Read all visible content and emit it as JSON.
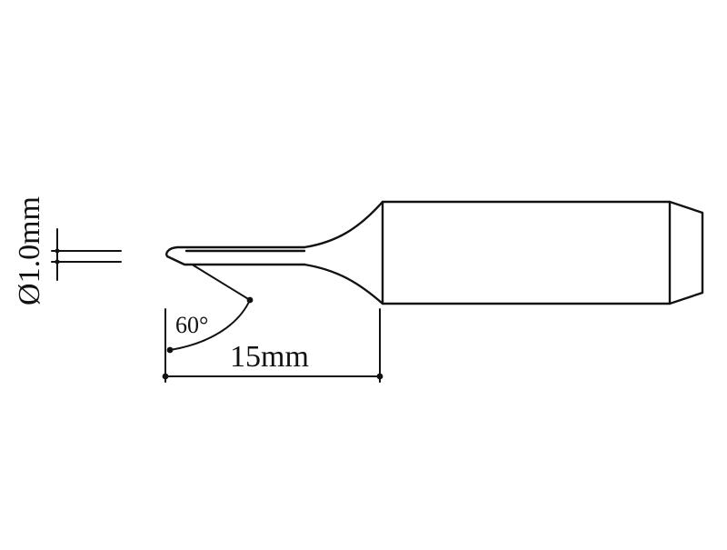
{
  "diagram": {
    "diameter_label": "Ø1.0mm",
    "angle_label": "60°",
    "length_label": "15mm",
    "line_color": "#111111",
    "background": "#ffffff"
  }
}
